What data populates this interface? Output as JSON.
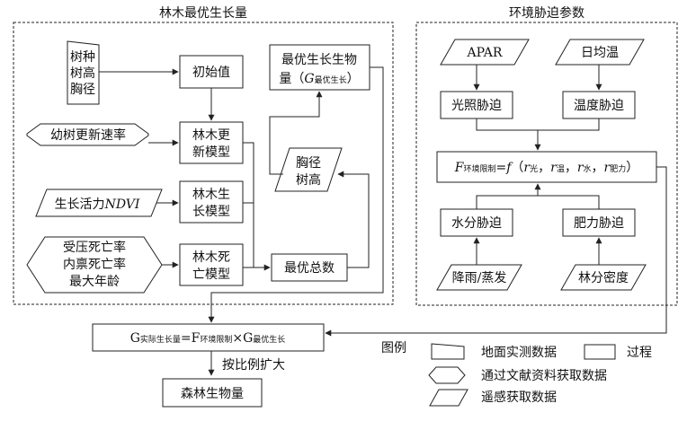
{
  "left_panel": {
    "title": "林木最优生长量",
    "input_species": [
      "树种",
      "树高",
      "胸径"
    ],
    "initial_value": "初始值",
    "sapling_rate": "幼树更新速率",
    "update_model": [
      "林木更",
      "新模型"
    ],
    "ndvi_text": "生长活力",
    "ndvi_italic": "NDVI",
    "growth_model": [
      "林木生",
      "长模型"
    ],
    "mortality_inputs": [
      "受压死亡率",
      "内禀死亡率",
      "最大年龄"
    ],
    "mortality_model": [
      "林木死",
      "亡模型"
    ],
    "optimal_biomass": [
      "最优生长生物",
      "量（",
      "G",
      "最优生长",
      "）"
    ],
    "dbh_height": [
      "胸径",
      "树高"
    ],
    "optimal_total": "最优总数"
  },
  "right_panel": {
    "title": "环境胁迫参数",
    "apar": "APAR",
    "daily_temp": "日均温",
    "light_stress": "光照胁迫",
    "temp_stress": "温度胁迫",
    "formula": {
      "F": "F",
      "F_sub": "环境限制",
      "eq": "=",
      "f": "f",
      "open": "（",
      "r1": "r",
      "r1_sub": "光",
      "sep1": "，",
      "r2": "r",
      "r2_sub": "温",
      "sep2": "，",
      "r3": "r",
      "r3_sub": "水",
      "sep3": "，",
      "r4": "r",
      "r4_sub": "肥力",
      "close": "）"
    },
    "water_stress": "水分胁迫",
    "fert_stress": "肥力胁迫",
    "rain_evap": "降雨/蒸发",
    "stand_density": "林分密度"
  },
  "bottom": {
    "equation": {
      "g1": "G",
      "g1_sub": "实际生长量",
      "eq": "=F",
      "f_sub": "环境限制",
      "times": "×G",
      "g2_sub": "最优生长"
    },
    "scale_label": "按比例扩大",
    "forest_biomass": "森林生物量"
  },
  "legend": {
    "title": "图例",
    "ground_data": "地面实测数据",
    "process": "过程",
    "literature_data": "通过文献资料获取数据",
    "remote_data": "遥感获取数据"
  }
}
